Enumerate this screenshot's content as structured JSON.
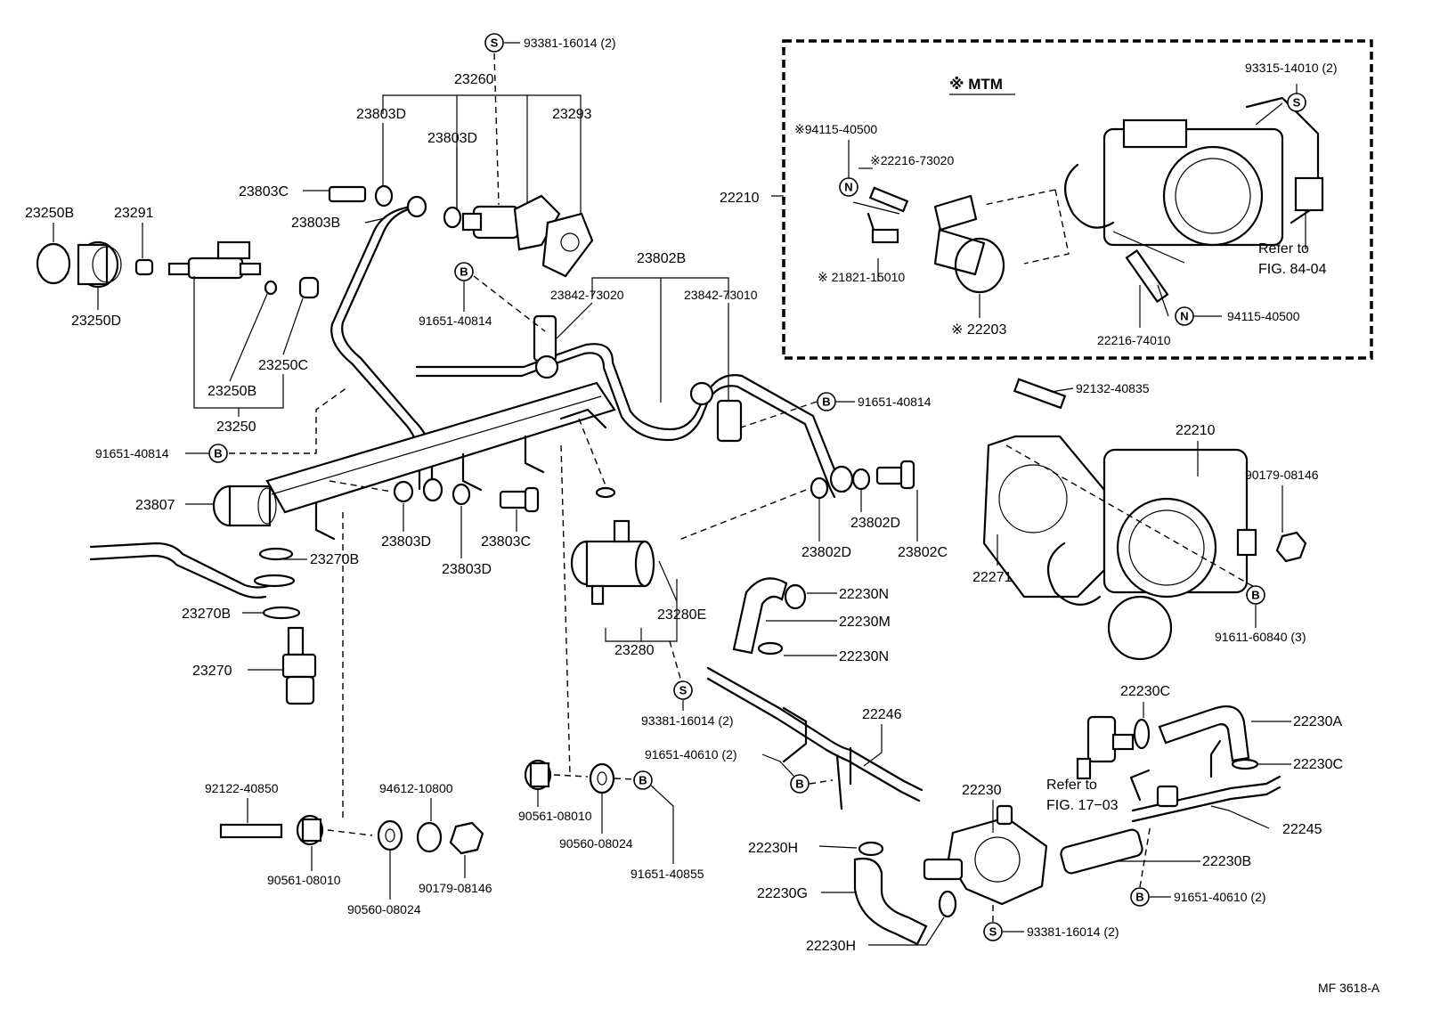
{
  "figure_code": "MF 3618-A",
  "mtm_title": "※ MTM",
  "labels": {
    "l93381_top": "93381-16014 (2)",
    "l23260": "23260",
    "l23803D_a": "23803D",
    "l23803D_b": "23803D",
    "l23293": "23293",
    "l23803C_a": "23803C",
    "l23250B_top": "23250B",
    "l23291": "23291",
    "l23250D": "23250D",
    "l23803B": "23803B",
    "l23250C": "23250C",
    "l23250B_bot": "23250B",
    "l23250": "23250",
    "l91651_40814_a": "91651-40814",
    "l23802B": "23802B",
    "l23842_73020": "23842-73020",
    "l23842_73010": "23842-73010",
    "l91651_40814_b": "91651-40814",
    "l91651_40814_c": "91651-40814",
    "l23807": "23807",
    "l23803D_c": "23803D",
    "l23803C_b": "23803C",
    "l23803D_d": "23803D",
    "l23270B_a": "23270B",
    "l23270B_b": "23270B",
    "l23270": "23270",
    "l23802D_a": "23802D",
    "l23802D_b": "23802D",
    "l23802C": "23802C",
    "l23280E": "23280E",
    "l23280": "23280",
    "l93381_mid": "93381-16014 (2)",
    "l22230N_a": "22230N",
    "l22230M": "22230M",
    "l22230N_b": "22230N",
    "l22246": "22246",
    "l91651_40610_a": "91651-40610 (2)",
    "l92122_40850": "92122-40850",
    "l94612_10800": "94612-10800",
    "l90561_08010_a": "90561-08010",
    "l90560_08024_a": "90560-08024",
    "l90179_08146_a": "90179-08146",
    "l90561_08010_b": "90561-08010",
    "l90560_08024_b": "90560-08024",
    "l91651_40855": "91651-40855",
    "l22230_top": "22230",
    "l22230H_a": "22230H",
    "l22230G": "22230G",
    "l22230H_b": "22230H",
    "l22230B": "22230B",
    "l93381_bot": "93381-16014 (2)",
    "l91651_40610_b": "91651-40610 (2)",
    "l22245": "22245",
    "l22230C_a": "22230C",
    "l22230A": "22230A",
    "l22230C_b": "22230C",
    "l refer17_a": "Refer to",
    "lrefer17_b": "FIG. 17−03",
    "l92132_40835": "92132-40835",
    "l22210_mid": "22210",
    "l90179_08146_b": "90179-08146",
    "l22271": "22271",
    "l91611_60840": "91611-60840 (3)",
    "l22210_box": "22210",
    "l94115_40500_a": "※94115-40500",
    "l22216_73020": "※22216-73020",
    "l21821_15010": "※ 21821-15010",
    "l22203": "※ 22203",
    "l22216_74010": "22216-74010",
    "l94115_40500_b": "94115-40500",
    "l93315_14010": "93315-14010 (2)",
    "lrefer84_a": "Refer to",
    "lrefer84_b": "FIG. 84-04"
  },
  "symbols": {
    "S": "S",
    "B": "B",
    "N": "N"
  }
}
